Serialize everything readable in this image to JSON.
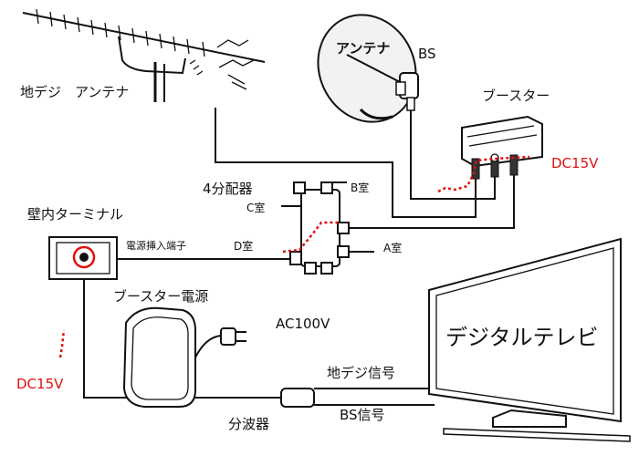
{
  "labels": {
    "chideji_antenna": "地デジ　アンテナ",
    "antenna": "アンテナ",
    "bs": "BS",
    "booster": "ブースター",
    "dc15v_top": "DC15V",
    "distributor": "4分配器",
    "room_b": "B室",
    "room_c": "C室",
    "room_d": "D室",
    "room_a": "A室",
    "wall_terminal": "壁内ターミナル",
    "power_insert_terminal": "電源挿入端子",
    "booster_power": "ブースター電源",
    "ac100v": "AC100V",
    "dc15v_left": "DC15V",
    "digital_tv": "デジタルテレビ",
    "chideji_signal": "地デジ信号",
    "bs_signal": "BS信号",
    "diplexer": "分波器"
  },
  "colors": {
    "line": "#111111",
    "dc_path": "#e01010",
    "ring": "#e01010",
    "device_fill": "#ffffff",
    "dish_fill": "#f2f2f2"
  }
}
